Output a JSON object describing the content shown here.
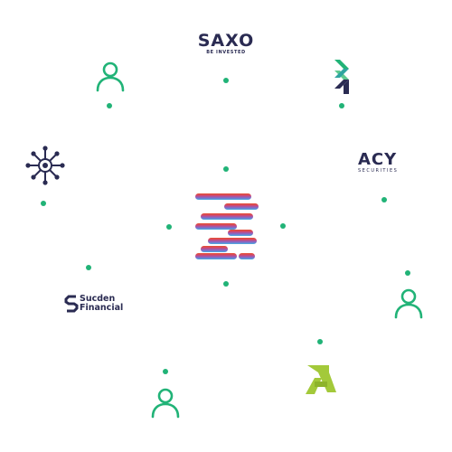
{
  "colors": {
    "dot": "#21b377",
    "user_icon": "#21b377",
    "navy": "#2a2b52",
    "lime": "#a3c93a"
  },
  "hub": {
    "icon": "gradient-stripes-logo-icon",
    "stripe_colors": [
      "#e8502f",
      "#c94a76",
      "#9b5bb3",
      "#6f7bd1",
      "#47b4e0"
    ]
  },
  "logos": {
    "saxo": {
      "name": "SAXO",
      "tagline": "BE INVESTED"
    },
    "acy": {
      "name": "ACY",
      "tagline": "SECURITIES"
    },
    "sucden": {
      "line1": "Sucden",
      "line2": "Financial"
    },
    "arrows": {
      "icon": "green-chevron-arrows-icon"
    },
    "network": {
      "icon": "network-star-icon"
    },
    "lime": {
      "icon": "lime-angular-logo-icon"
    }
  },
  "users": [
    {
      "icon": "user-icon"
    },
    {
      "icon": "user-icon"
    },
    {
      "icon": "user-icon"
    }
  ]
}
